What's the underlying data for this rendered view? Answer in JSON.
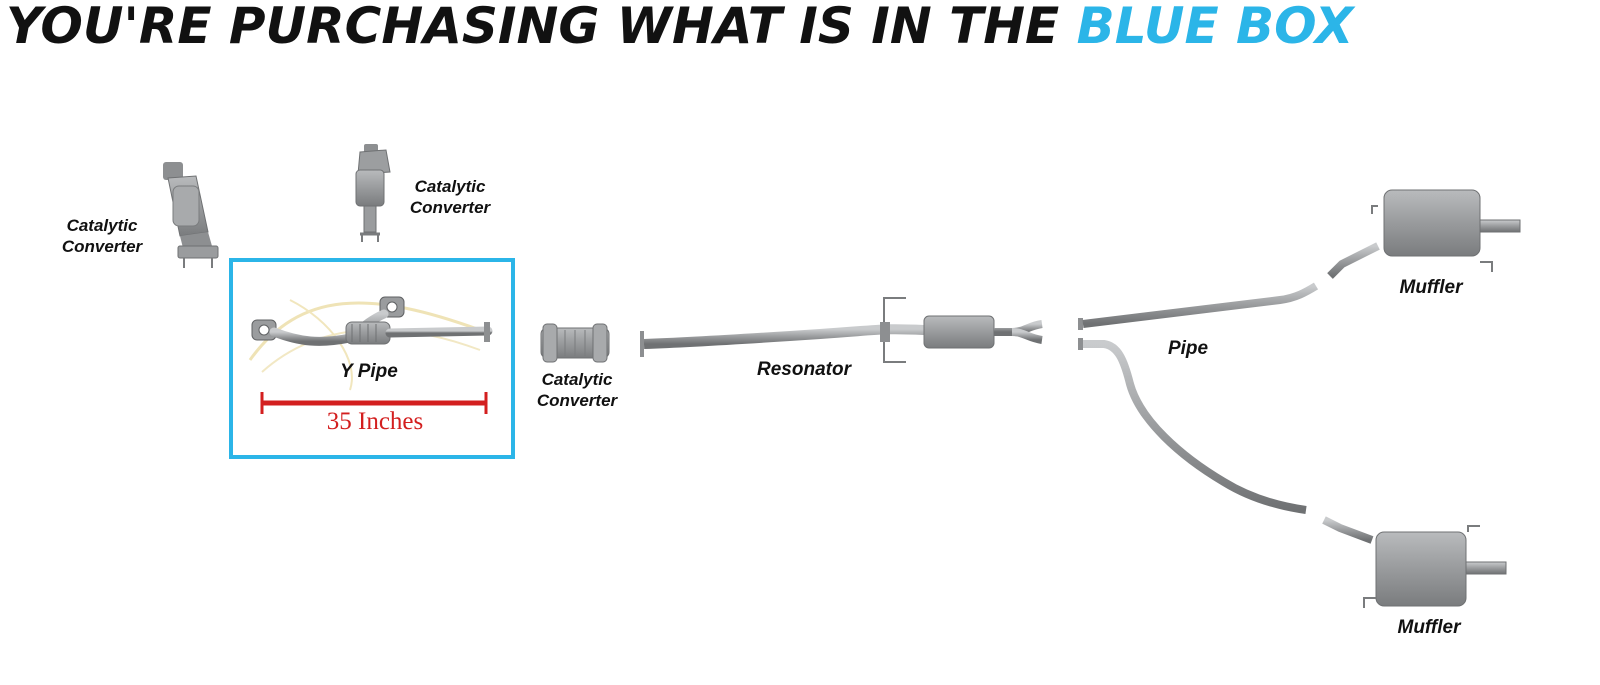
{
  "header": {
    "text_main": "YOU'RE PURCHASING WHAT IS IN THE ",
    "text_accent": "BLUE BOX"
  },
  "colors": {
    "accent_blue": "#2bb5e8",
    "measure_red": "#d31f1f",
    "pipe_gray": "#9a9c9e"
  },
  "labels": {
    "cat_left": [
      "Catalytic",
      "Converter"
    ],
    "cat_top": [
      "Catalytic",
      "Converter"
    ],
    "cat_mid": [
      "Catalytic",
      "Converter"
    ],
    "y_pipe": "Y Pipe",
    "resonator": "Resonator",
    "pipe": "Pipe",
    "muffler_top": "Muffler",
    "muffler_bottom": "Muffler"
  },
  "measurement": {
    "text": "35 Inches"
  }
}
